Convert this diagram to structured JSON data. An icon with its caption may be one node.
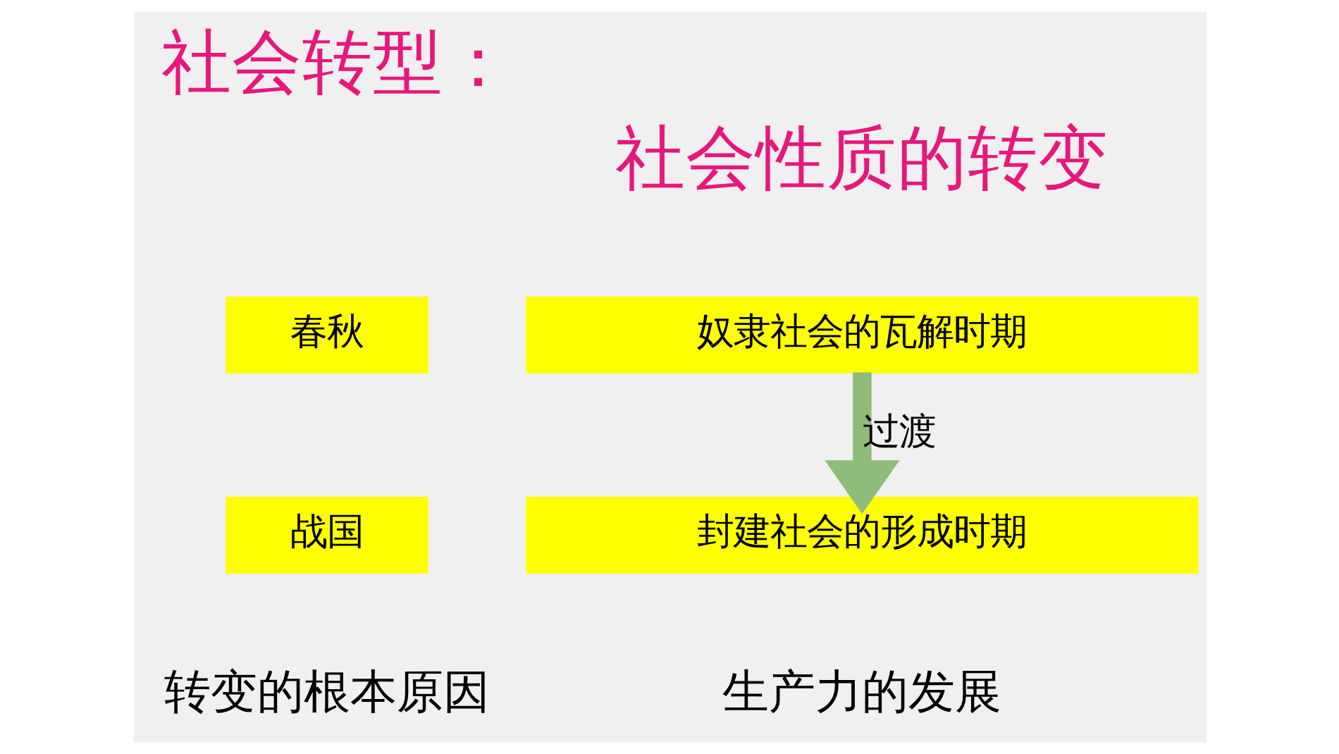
{
  "diagram": {
    "title": "社会转型：",
    "nodes": [
      {
        "text": [
          "春秋"
        ]
      },
      {
        "text": [
          "奴隶社会的瓦解时期"
        ]
      },
      {
        "text": [
          "战国"
        ]
      },
      {
        "text": [
          "封建社会的形成时期"
        ]
      }
    ],
    "edges": [
      {
        "from": 1,
        "to": 3,
        "arrow": "to",
        "label": "过渡",
        "color": "#8fbc7a"
      }
    ],
    "labels": [
      "社会性质的转变",
      "转变的根本原因",
      "生产力的发展"
    ]
  }
}
